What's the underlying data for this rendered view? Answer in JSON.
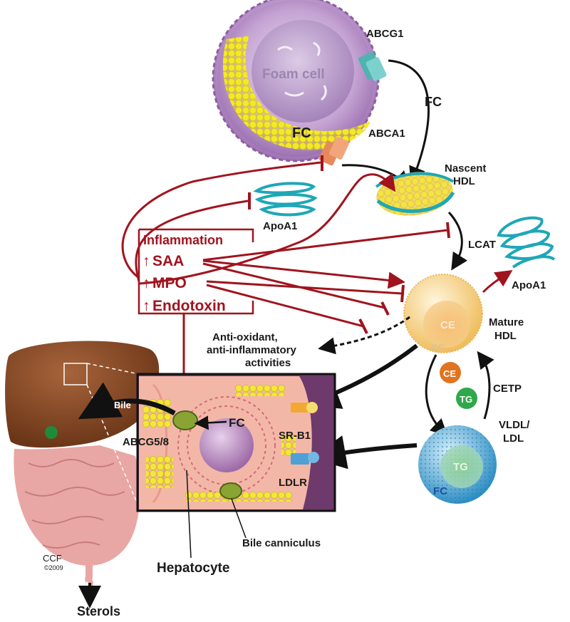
{
  "labels": {
    "foam_cell": "Foam cell",
    "abcg1": "ABCG1",
    "fc_top": "FC",
    "fc_foam": "FC",
    "abca1": "ABCA1",
    "nascent_hdl_1": "Nascent",
    "nascent_hdl_2": "HDL",
    "apoa1_left": "ApoA1",
    "lcat": "LCAT",
    "inflammation": "Inflammation",
    "saa": "SAA",
    "mpo": "MPO",
    "endotoxin": "Endotoxin",
    "up_arrow": "↑",
    "ce_mature": "CE",
    "fc_mature": "FC",
    "apoa1_right": "ApoA1",
    "mature_hdl_1": "Mature",
    "mature_hdl_2": "HDL",
    "antiox_1": "Anti-oxidant,",
    "antiox_2": "anti-inflammatory",
    "antiox_3": "activities",
    "bile": "Bile",
    "fc_hep": "FC",
    "srb1": "SR-B1",
    "abcg58": "ABCG5/8",
    "ldlr": "LDLR",
    "ce_badge": "CE",
    "tg_badge": "TG",
    "cetp": "CETP",
    "vldl_1": "VLDL/",
    "vldl_2": "LDL",
    "tg_ldl": "TG",
    "fc_ldl": "FC",
    "bile_canniculus": "Bile canniculus",
    "hepatocyte": "Hepatocyte",
    "ccf": "CCF",
    "copyright": "©2009",
    "sterols": "Sterols"
  },
  "colors": {
    "inhibit_red": "#a0141e",
    "liver": "#7a4221",
    "intestine": "#e8a7a4",
    "foam_cell": "#b493c4",
    "lipid_yellow": "#f2e51c",
    "apoa1_teal": "#1fa7b6",
    "mature_hdl": "#f7d089",
    "ldl_blue": "#5fb6de",
    "ce_orange": "#e07420",
    "tg_green": "#2fa84c"
  }
}
